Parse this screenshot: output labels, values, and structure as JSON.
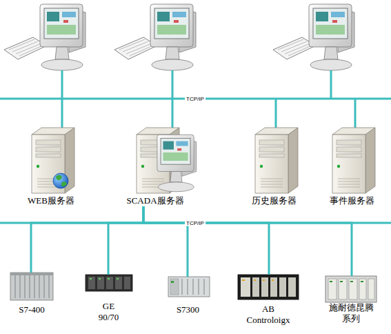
{
  "diagram": {
    "nodes": [
      {
        "text": [
          "WEB服务器"
        ]
      },
      {
        "text": [
          "SCADA服务器"
        ]
      },
      {
        "text": [
          "历史服务器"
        ]
      },
      {
        "text": [
          "事件服务器"
        ]
      },
      {
        "text": [
          "S7-400"
        ]
      },
      {
        "text": [
          "GE 90/70"
        ]
      },
      {
        "text": [
          "S7300"
        ]
      },
      {
        "text": [
          "AB Controloigx"
        ]
      },
      {
        "text": [
          "施耐德昆腾系列"
        ]
      }
    ],
    "edges": [
      {
        "from": 1,
        "to": 4,
        "arrow": "none"
      },
      {
        "from": 1,
        "to": 5,
        "arrow": "none"
      },
      {
        "from": 1,
        "to": 6,
        "arrow": "none"
      },
      {
        "from": 1,
        "to": 7,
        "arrow": "none"
      },
      {
        "from": 1,
        "to": 8,
        "arrow": "none"
      }
    ],
    "labels": [
      "TCP/IP",
      "TCP/IP"
    ]
  }
}
